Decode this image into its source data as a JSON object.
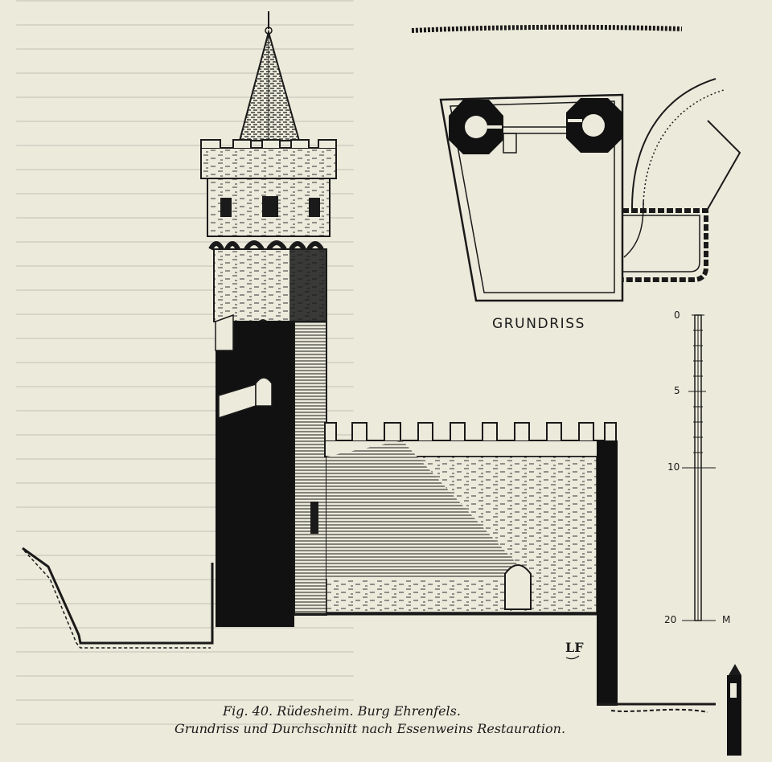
{
  "plan_label": "GRUNDRISS",
  "scale": {
    "ticks": [
      "0",
      "5",
      "10",
      "20"
    ],
    "unit": "M"
  },
  "monogram": "LF",
  "caption": {
    "line1": "Fig. 40.  Rüdesheim.  Burg Ehrenfels.",
    "line2": "Grundriss und Durchschnitt nach Essenweins Restauration."
  }
}
